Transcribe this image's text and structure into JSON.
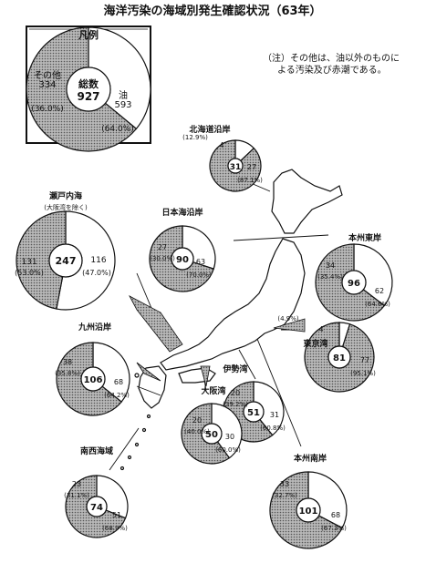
{
  "title": "海洋汚染の海域別発生確認状況（63年）",
  "note": [
    "（注）その他は、油以外のものに",
    "よる汚染及び赤潮である。"
  ],
  "colors": {
    "oil": "#9a9a9a",
    "other": "#ffffff",
    "stroke": "#111111"
  },
  "chart_data": [
    {
      "type": "pie",
      "region": "凡例",
      "center_labels": [
        "総数",
        "927"
      ],
      "oil": {
        "name": "油",
        "count": "593",
        "pct": "(64.0%)"
      },
      "other": {
        "name": "その他",
        "count": "334",
        "pct": "(36.0%)"
      },
      "oil_fraction": 0.64
    },
    {
      "type": "pie",
      "region": "北海道沿岸",
      "total": "31",
      "oil": {
        "count": "27",
        "pct": "(87.1%)"
      },
      "other": {
        "count": "4",
        "pct": "(12.9%)"
      },
      "oil_fraction": 0.871
    },
    {
      "type": "pie",
      "region": "瀬戸内海",
      "subregion": "(大阪湾を除く)",
      "total": "247",
      "oil": {
        "count": "116",
        "pct": "(47.0%)"
      },
      "other": {
        "count": "131",
        "pct": "(53.0%)"
      },
      "oil_fraction": 0.47
    },
    {
      "type": "pie",
      "region": "日本海沿岸",
      "total": "90",
      "oil": {
        "count": "63",
        "pct": "(70.0%)"
      },
      "other": {
        "count": "27",
        "pct": "(30.0%)"
      },
      "oil_fraction": 0.7
    },
    {
      "type": "pie",
      "region": "本州東岸",
      "total": "96",
      "oil": {
        "count": "62",
        "pct": "(64.6%)"
      },
      "other": {
        "count": "34",
        "pct": "(35.4%)"
      },
      "oil_fraction": 0.646
    },
    {
      "type": "pie",
      "region": "九州沿岸",
      "total": "106",
      "oil": {
        "count": "68",
        "pct": "(64.2%)"
      },
      "other": {
        "count": "38",
        "pct": "(35.8%)"
      },
      "oil_fraction": 0.642
    },
    {
      "type": "pie",
      "region": "東京湾",
      "total": "81",
      "oil": {
        "count": "77",
        "pct": "(95.1%)"
      },
      "other": {
        "count": "4",
        "pct": "(4.9%)"
      },
      "oil_fraction": 0.951
    },
    {
      "type": "pie",
      "region": "伊勢湾",
      "total": "51",
      "oil": {
        "count": "31",
        "pct": "(60.8%)"
      },
      "other": {
        "count": "20",
        "pct": "(39.2%)"
      },
      "oil_fraction": 0.608
    },
    {
      "type": "pie",
      "region": "大阪湾",
      "total": "50",
      "oil": {
        "count": "30",
        "pct": "(60.0%)"
      },
      "other": {
        "count": "20",
        "pct": "(40.0%)"
      },
      "oil_fraction": 0.6
    },
    {
      "type": "pie",
      "region": "南西海域",
      "total": "74",
      "oil": {
        "count": "51",
        "pct": "(68.9%)"
      },
      "other": {
        "count": "23",
        "pct": "(31.1%)"
      },
      "oil_fraction": 0.689
    },
    {
      "type": "pie",
      "region": "本州南岸",
      "total": "101",
      "oil": {
        "count": "68",
        "pct": "(67.3%)"
      },
      "other": {
        "count": "33",
        "pct": "(32.7%)"
      },
      "oil_fraction": 0.673
    }
  ]
}
